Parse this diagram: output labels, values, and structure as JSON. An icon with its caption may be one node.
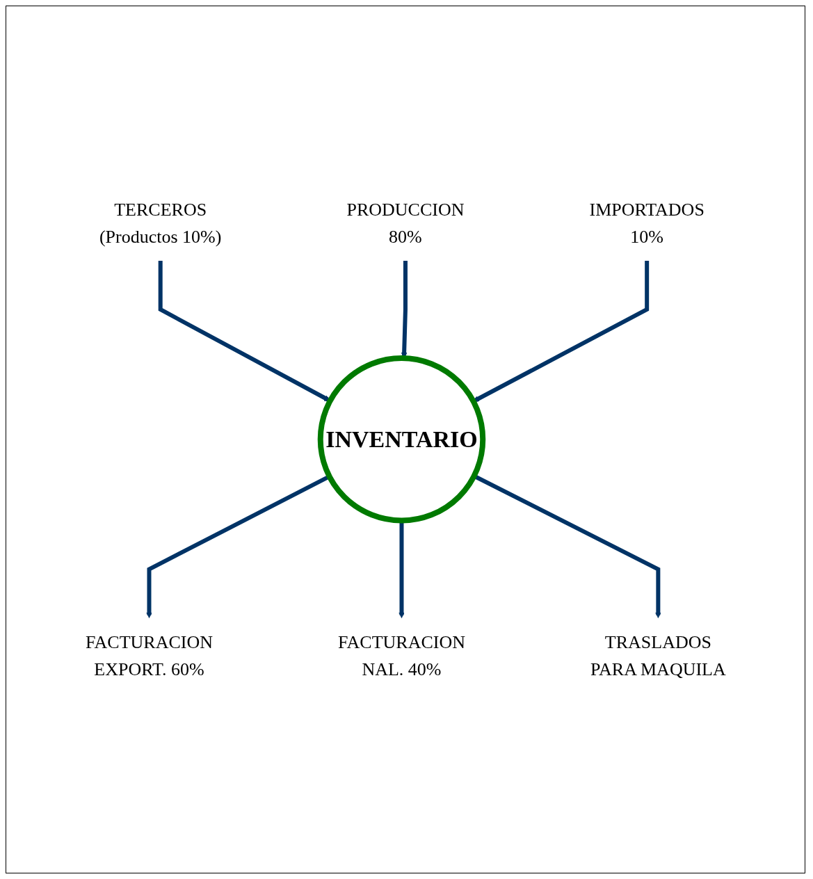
{
  "diagram": {
    "nodes": [
      {
        "text": [
          "TERCEROS",
          "(Productos 10%)"
        ]
      },
      {
        "text": [
          "PRODUCCION",
          "80%"
        ]
      },
      {
        "text": [
          "IMPORTADOS",
          "10%"
        ]
      },
      {
        "text": [
          "INVENTARIO"
        ]
      },
      {
        "text": [
          "FACTURACION",
          "EXPORT. 60%"
        ]
      },
      {
        "text": [
          "FACTURACION",
          "NAL. 40%"
        ]
      },
      {
        "text": [
          "TRASLADOS",
          "PARA MAQUILA"
        ]
      }
    ],
    "edges": [
      {
        "from": 0,
        "to": 3,
        "arrow": "to"
      },
      {
        "from": 1,
        "to": 3,
        "arrow": "to"
      },
      {
        "from": 2,
        "to": 3,
        "arrow": "to"
      },
      {
        "from": 3,
        "to": 4,
        "arrow": "to"
      },
      {
        "from": 3,
        "to": 5,
        "arrow": "to"
      },
      {
        "from": 3,
        "to": 6,
        "arrow": "to"
      }
    ]
  }
}
